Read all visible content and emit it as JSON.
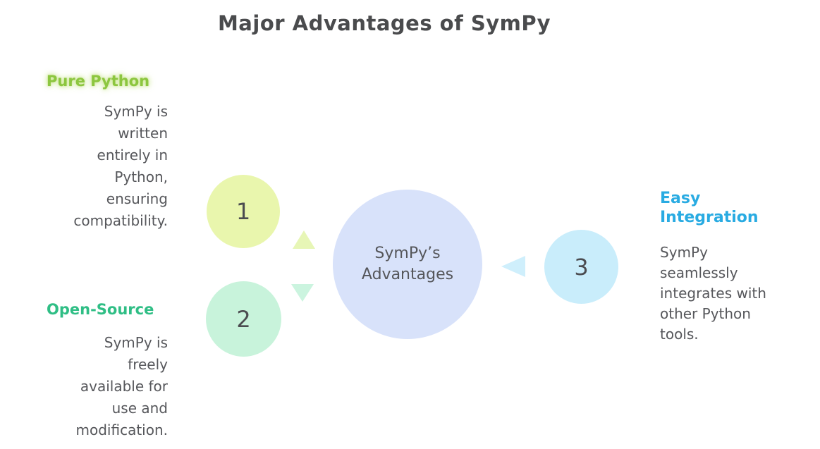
{
  "title": "Major Advantages of SymPy",
  "center": {
    "label": "SymPy’s Advantages",
    "circle_color": "#D8E2FA"
  },
  "items": [
    {
      "number": "1",
      "heading": "Pure Python",
      "heading_color": "#8CC63F",
      "description": "SymPy is\nwritten\nentirely in\nPython,\nensuring\ncompatibility.",
      "circle_color": "#E9F6AD",
      "arrow_icon": "arrow-up-icon",
      "arrow_color": "#E7F6B6"
    },
    {
      "number": "2",
      "heading": "Open-Source",
      "heading_color": "#2FBE85",
      "description": "SymPy is\nfreely\navailable for\nuse and\nmodification.",
      "circle_color": "#C8F3DB",
      "arrow_icon": "arrow-down-icon",
      "arrow_color": "#CBF4DF"
    },
    {
      "number": "3",
      "heading": "Easy Integration",
      "heading_color": "#29ABE2",
      "description": "SymPy\nseamlessly\nintegrates with\nother Python\ntools.",
      "circle_color": "#C9EDFB",
      "arrow_icon": "arrow-left-icon",
      "arrow_color": "#CFEFFC"
    }
  ],
  "colors": {
    "title_text": "#4A4B4D",
    "body_text": "#56575B",
    "background": "#FFFFFF"
  }
}
